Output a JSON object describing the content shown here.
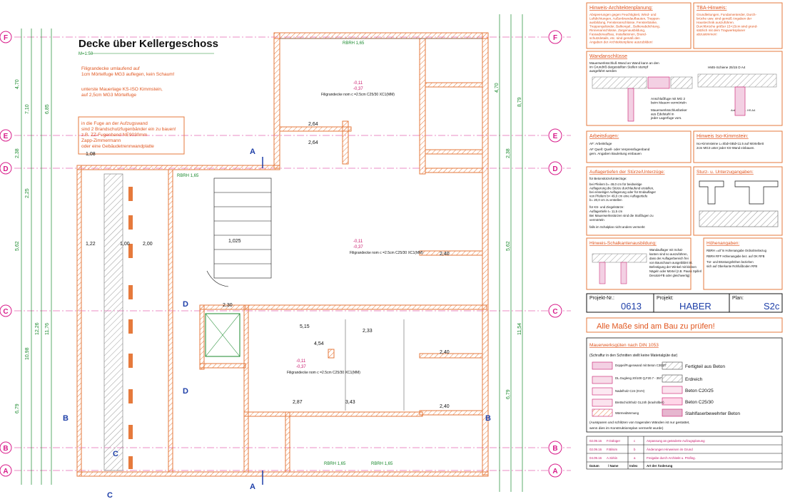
{
  "drawing": {
    "title": "Decke über Kellergeschoss",
    "scale": "M=1:50",
    "note_slab": [
      "Filigrandecke umlaufend auf",
      "1cm Mörtelfuge MG3 auflegen, kein Schaum!"
    ],
    "note_wall": [
      "unterste Mauerlage KS-ISO Kimmstein,",
      "auf 2,5cm MG3 Mörtelfuge"
    ],
    "note_joint": [
      "in die Fuge an der Aufzugswand",
      "sind 2 Brandschutzfugenbänder ein zu bauen!",
      "z.B. ZZ-Fugenband NE9030mm",
      "Zapp-Zimmermann",
      "oder eine Gebäudetrennwandplatte"
    ],
    "axes_left": [
      "F",
      "E",
      "D",
      "C",
      "B",
      "A"
    ],
    "axes_right": [
      "F",
      "E",
      "D",
      "C",
      "B",
      "A"
    ],
    "section_marks": [
      "A",
      "A",
      "B",
      "B",
      "C",
      "C",
      "D",
      "D"
    ],
    "dims_left": [
      "4,70",
      "7,10",
      "2,38",
      "2,25",
      "5,62",
      "12,26",
      "10,98",
      "11,76",
      "6,79",
      "6,85"
    ],
    "dims_right": [
      "4,70",
      "8,79",
      "2,38",
      "5,62",
      "11,54",
      "6,79"
    ],
    "slab_label": "Filigrandecke nom c =2.5cm C25/30 XC1(MM)",
    "slab_levels": [
      "-0,11",
      "-0,37"
    ],
    "room_dims": [
      "2,64",
      "2,64",
      "1,08",
      "1,00",
      "1,22",
      "2,00",
      "2,40",
      "2,40",
      "2,40",
      "5,15",
      "4,54",
      "2,87",
      "3,43",
      "2,33",
      "1,025",
      "2,30"
    ],
    "rbh_labels": [
      "RBRH 1,65",
      "RBRH 1,65",
      "RBRH 1,65",
      "RBRH 1,65"
    ]
  },
  "notes": {
    "architecture": {
      "title": "Hinweis-Architektenplanung:",
      "lines": [
        "Abspeerungen gegen Feuchtigkeit, Wind- und",
        "Luftdichtungen, Außenbrandaufbauten, Treppen-",
        "ausbildung, Fensteranschlüsse, Fensterbänke,",
        "Treppengeländer, Balkongel., Balkonabdichtung,",
        "Rinnenanschlüsse, Zargenausbildung,",
        "Fassadenaufbau, Installationen, Brand-",
        "schutzdetails, etc. sind gemäß den",
        "Angaben der Architektenpläne auszubilden!"
      ]
    },
    "tba": {
      "title": "TBA-Hinweis:",
      "lines": [
        "Grundleitungen, Fundamenterder, Durch-",
        "brüche usw. sind gemäß Angaben der",
        "Haustechnik auszuführen.",
        "Durchbrüche größer 15×15cm sind grund-",
        "sätzlich mit dem Tragwerksplaner",
        "abzustimmen!"
      ]
    },
    "wall": {
      "title": "Wandanschlüsse",
      "lines": [
        "Mauerwerksschluß Wand an Wand kann an den",
        "im Grundriß dargestellten Stellen stumpf",
        "ausgeführt werden",
        "Anschlußfuge mit MG 2",
        "beim Mauern vermörteln",
        "Mauerwerksschlusfanker",
        "aus Edelstahl in",
        "jeder Lagerfuge vors."
      ],
      "rail": "HMS-Schiene 25/15 D A4",
      "anchor": "Anker FL 1 - HS A4"
    },
    "joints": {
      "title": "Arbeitsfugen:",
      "lines": [
        "AF:      Arbeitsfuge",
        "AF Quell: Quell- oder Verpressfugenband",
        "gem. Angaben Bauleitung einbauen"
      ]
    },
    "iso": {
      "title": "Hinweis Iso-Kimmstein:",
      "lines": [
        "Iso-Kimmsteine L=Sbd×SBd×11.5 auf Mörtelbett",
        "2cm MG3 unter jeder KS-Wand einbauen."
      ]
    },
    "support": {
      "title": "Auflagertiefen der Stürze/Unterzüge:",
      "lines": [
        "für Betonstürze/Unterzüge:",
        "bei Pfeilern b= 49,0 cm für beidseitige",
        "Auflagerung die Stürze durchlaufend erstellen,",
        "bei einseitiger Auflagerung oder für Endauflager",
        "von Pfeilern b< 49,0 cm eine Auflagertiefe",
        "b= 20,0 cm zu erstellen",
        "für KS- und Ziegelstürze:",
        "Auflagertiefe t= 11,5 cm",
        "Bei Mauerwerksstürzen sind die Stoßfugen zu",
        "vermörteln",
        "falls im Schalplan nicht anders vermerkt"
      ]
    },
    "beams": {
      "title": "Sturz- u. Unterzugangaben:"
    },
    "edge": {
      "title": "Hinweis-Schalkantenausbildung:",
      "lines": [
        "Wandauflager mit Schal-",
        "kanten sind so auszuführen,",
        "dass der Auflagerbereich frei",
        "von Bauschaum ausgebildet ist.",
        "Befestigung der Winkel mit kleinen",
        "Nägeln oder Mörtel (z.B. Pauss Spiferl",
        "Desotal-FB oder gleichwertig)"
      ]
    },
    "heights": {
      "title": "Höhenangaben:",
      "lines": [
        "RBRH =±0°m Hohenangabe Ordnahnebezug",
        "RBRH RFF Höhenangabe bez. auf OK RFB",
        "Tür- und Brüstungshöhen beziehen",
        "sich auf Oberkante Rohfußboden RFB"
      ]
    }
  },
  "titleblock": {
    "project_no_label": "Projekt-Nr.:",
    "project_no": "0613",
    "project_label": "Projekt:",
    "project": "HABER",
    "plan_label": "Plan:",
    "plan": "S2c",
    "warning": "Alle Maße sind am Bau zu prüfen!",
    "legend_title": "Mauerwerksgüten nach DIN 1053",
    "legend_sub": "(Schraffur in den Schnitten stellt keine Materialgüte dar)",
    "legend_left": [
      "Doppel/Fugenwand mit Beton C30/37",
      "DL.Gugleng 20/100 Q,F20.7 - 357",
      "Nadelholz C24 (KVH)",
      "Brettschichtholz GL24h (kraxhölber)",
      "Wärmedämmung"
    ],
    "legend_right": [
      "Fertigteil aus Beton",
      "Erdreich",
      "Beton C20/25",
      "Beton C25/30",
      "Stahlfaserbewehrter Beton"
    ],
    "legend_foot": [
      "(Aussparen und schlitzen von tragenden Wänden ist nur gestattet,",
      "wenn dies im Konstruktionsplan vermerkt wurde)"
    ],
    "revisions": [
      {
        "date": "02.09.16",
        "name": "F.Gülüger",
        "idx": "c",
        "text": "Anpassung an geänderte Aufzugsplanung"
      },
      {
        "date": "02.09.16",
        "name": "F.Bilsim",
        "idx": "b",
        "text": "Änderungen Hinweisen im Grund"
      },
      {
        "date": "04.09.16",
        "name": "A.Sirkin",
        "idx": "a",
        "text": "Freigabe durch Architekt u. Prüfing."
      }
    ],
    "rev_headers": [
      "Datum",
      "/ Name",
      "Index",
      "Art der Änderung"
    ]
  },
  "colors": {
    "wall_orange": "#e67a3c",
    "magenta": "#c8176b",
    "green": "#1b8a2e",
    "hatch_grey": "#9a9a9a"
  }
}
